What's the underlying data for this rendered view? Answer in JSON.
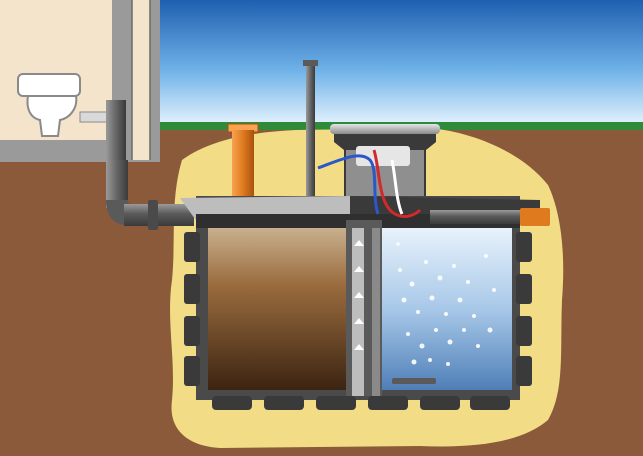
{
  "scene": {
    "subject": "septic-treatment-plant-cutaway",
    "components": [
      {
        "name": "house-wall",
        "icon": "wall-icon"
      },
      {
        "name": "toilet",
        "icon": "toilet-icon"
      },
      {
        "name": "drain-pipe",
        "icon": "pipe-icon"
      },
      {
        "name": "vent-pipe",
        "icon": "pipe-icon"
      },
      {
        "name": "access-shaft",
        "icon": "manhole-icon"
      },
      {
        "name": "sludge-chamber",
        "icon": "tank-icon"
      },
      {
        "name": "aeration-chamber",
        "icon": "bubbles-icon"
      },
      {
        "name": "outlet-pipe",
        "icon": "pipe-icon"
      }
    ],
    "colors": {
      "sky_top": "#1f5fb0",
      "sky_bottom": "#eaf6ff",
      "grass": "#2f8a3a",
      "soil": "#8a5a3a",
      "backfill": "#f2dc86",
      "house": "#f4e4cc",
      "wall": "#9a9a9a",
      "tank_shell": "#4a4a4a",
      "tank_lid": "#bdbdbd",
      "sludge_dark": "#3c2412",
      "sludge_light": "#c8b08e",
      "water_light": "#e7f2fb",
      "water_dark": "#4f7fb8",
      "orange_pipe": "#e07a1f",
      "cable_blue": "#2b58c8",
      "cable_red": "#d22a2a"
    }
  }
}
